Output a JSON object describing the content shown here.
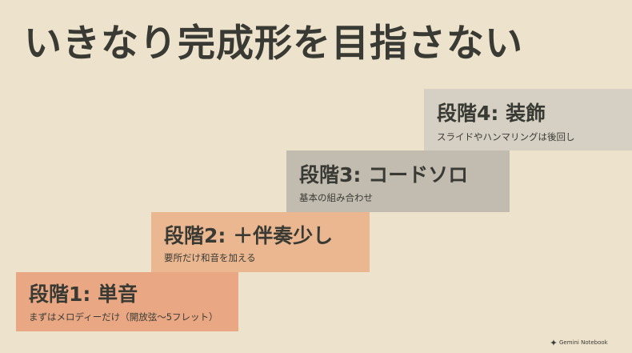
{
  "slide": {
    "title": "いきなり完成形を目指さない",
    "steps": [
      {
        "heading": "段階1: 単音",
        "description": "まずはメロディーだけ（開放弦〜5フレット）"
      },
      {
        "heading": "段階2: ＋伴奏少し",
        "description": "要所だけ和音を加える"
      },
      {
        "heading": "段階3: コードソロ",
        "description": "基本の組み合わせ"
      },
      {
        "heading": "段階4: 装飾",
        "description": "スライドやハンマリングは後回し"
      }
    ],
    "watermark": "Gemini Notebook"
  },
  "colors": {
    "background": "#ede2cb",
    "step1": "#e9a883",
    "step2": "#eab790",
    "step3": "#c2bcb0",
    "step4": "#d5d0c3",
    "text": "#3a3a35"
  }
}
